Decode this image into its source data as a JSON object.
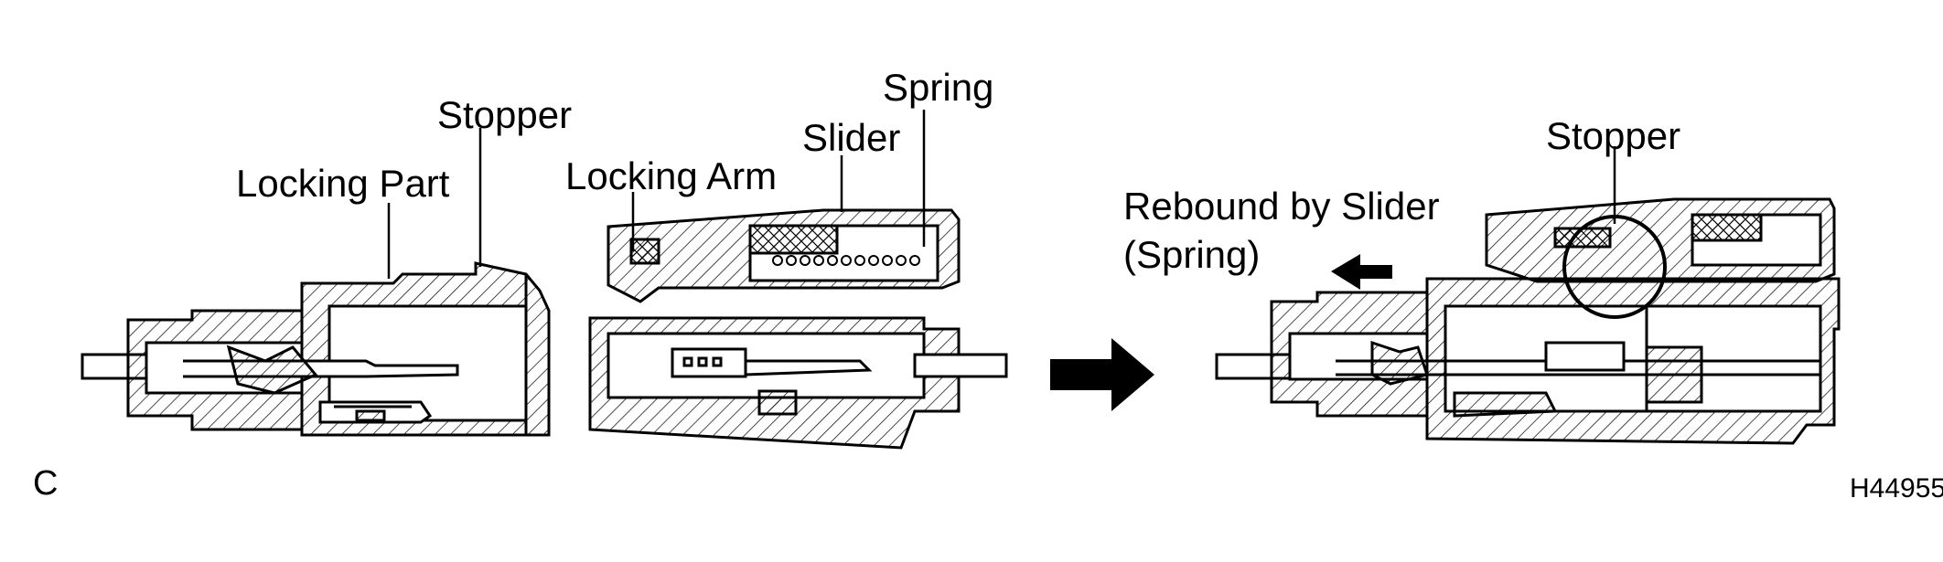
{
  "labels": {
    "stopper_left": "Stopper",
    "locking_part": "Locking Part",
    "locking_arm": "Locking Arm",
    "slider": "Slider",
    "spring": "Spring",
    "rebound_line1": "Rebound by Slider",
    "rebound_line2": "(Spring)",
    "stopper_right": "Stopper"
  },
  "figure_letter": "C",
  "figure_code": "H44955",
  "colors": {
    "ink": "#000000",
    "background": "#ffffff"
  }
}
